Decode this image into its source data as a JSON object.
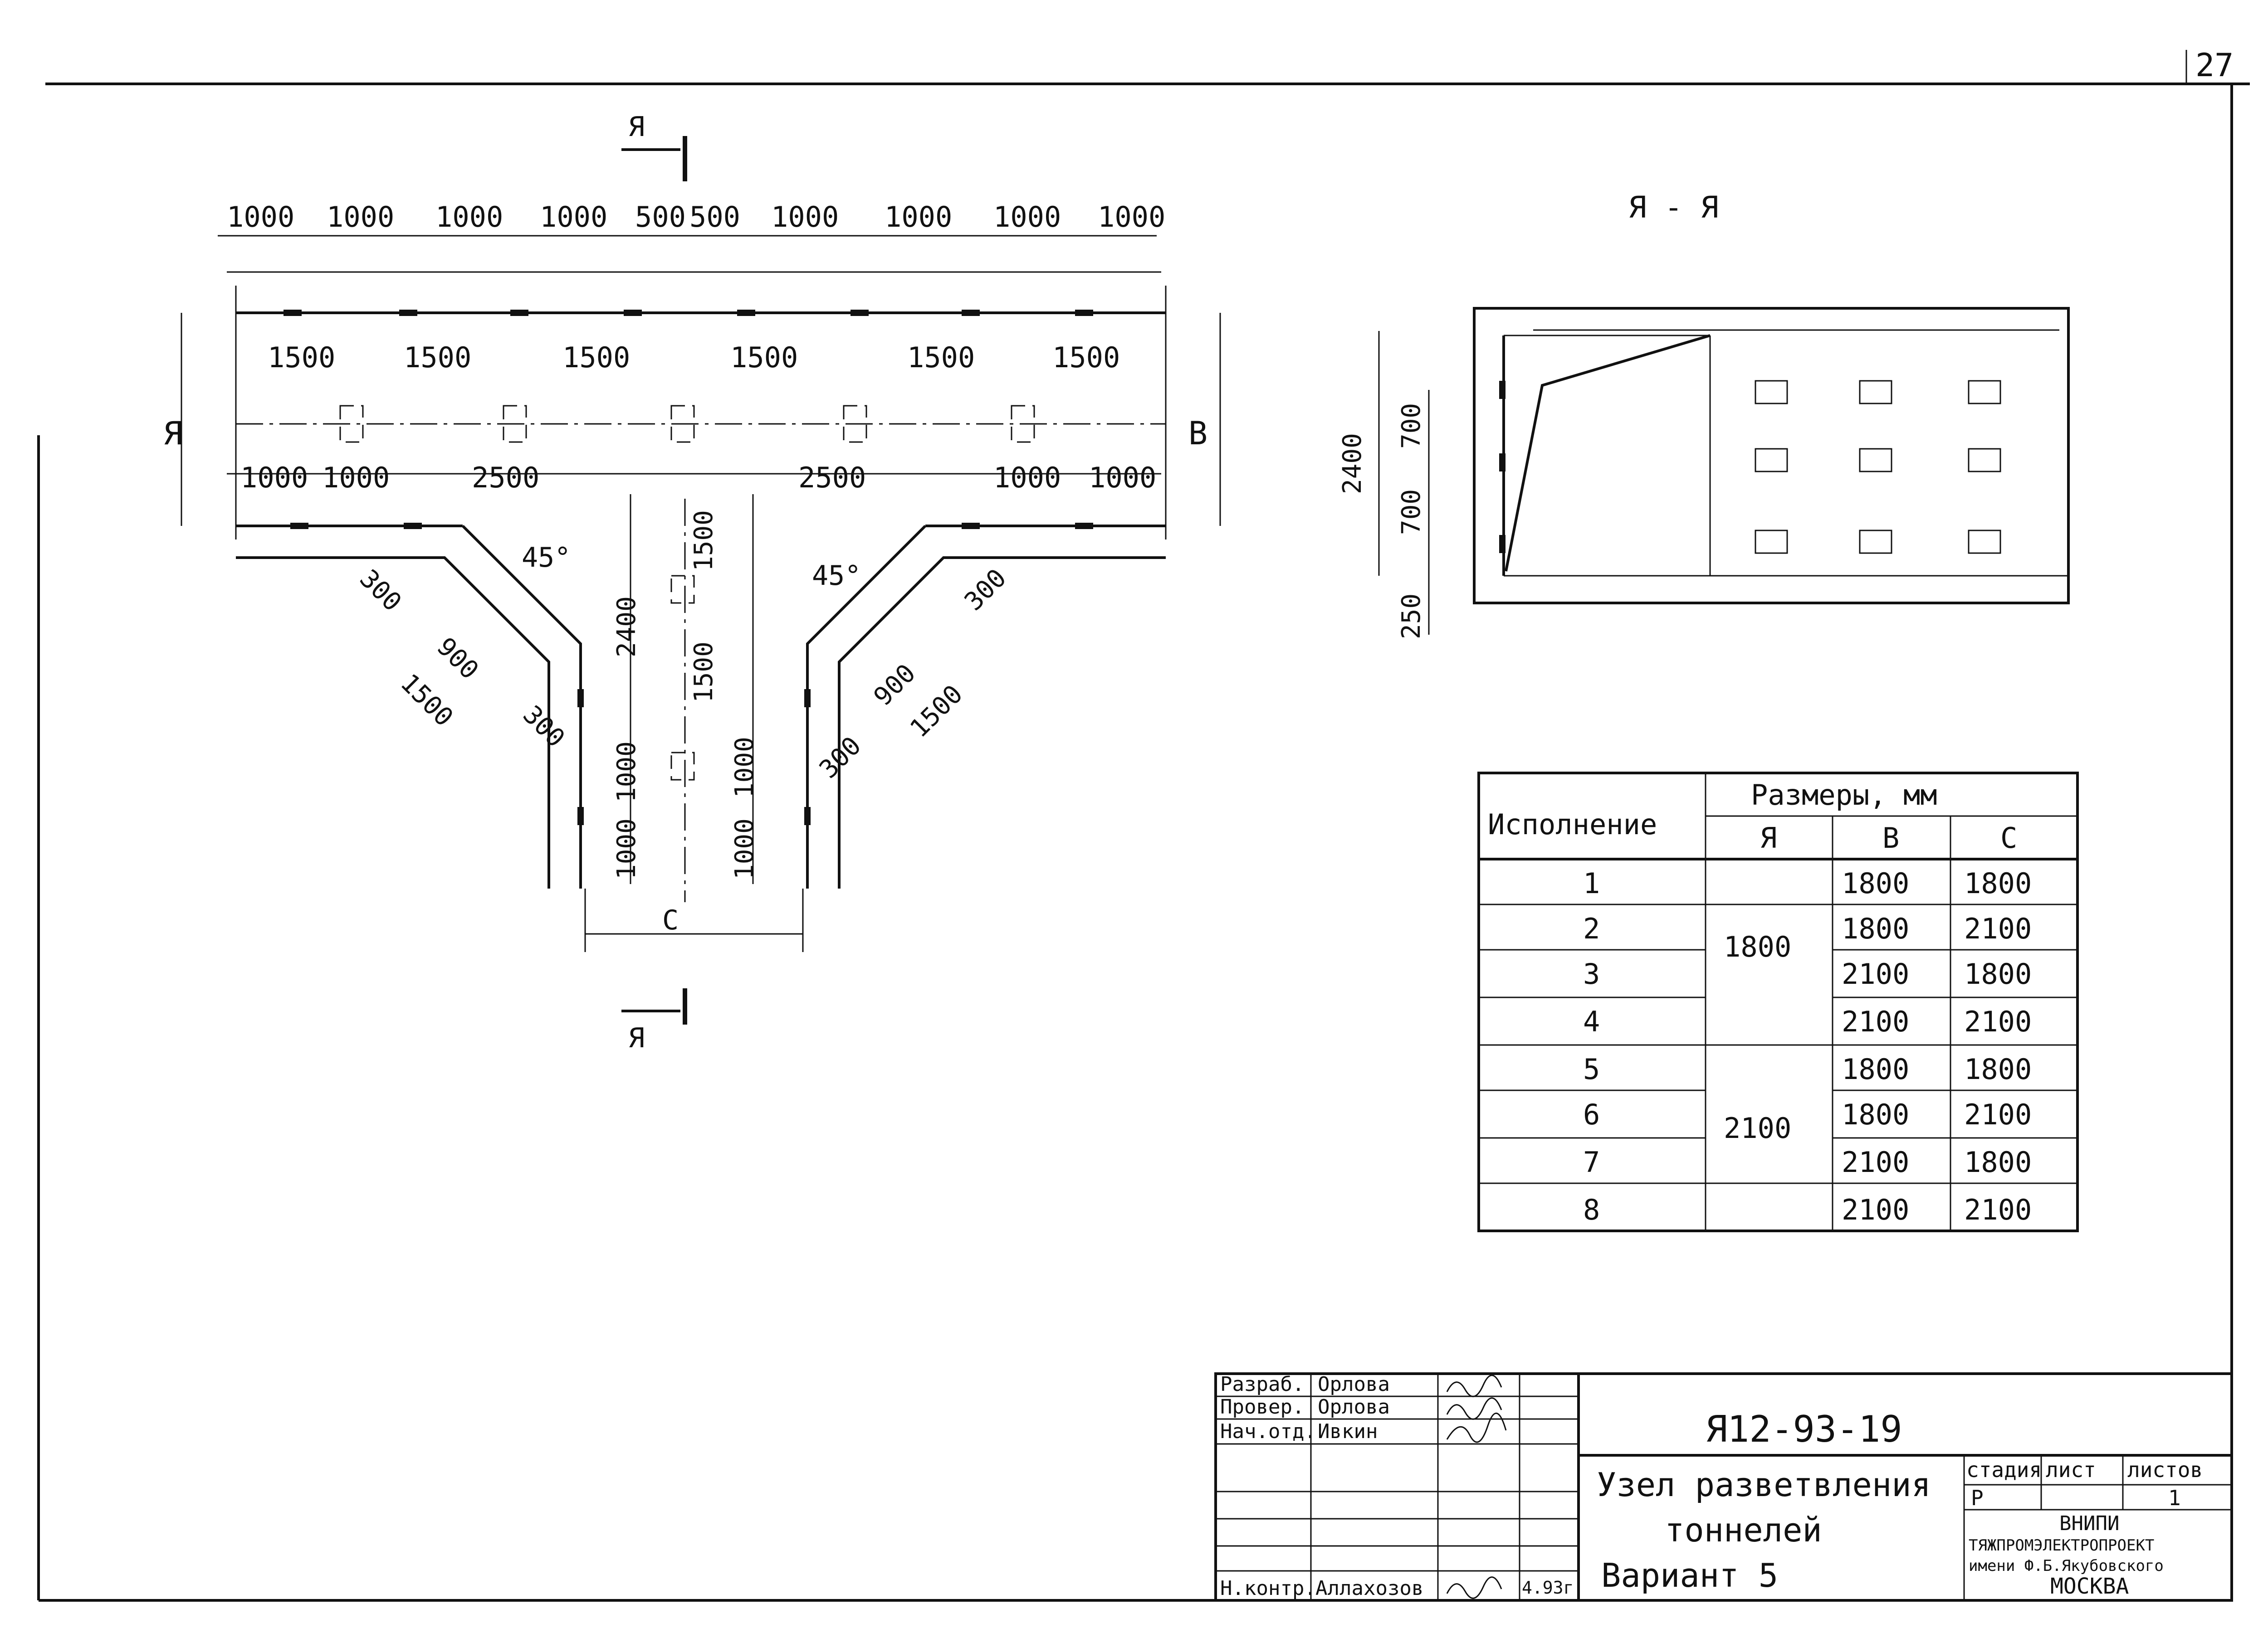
{
  "sheet_number": "27",
  "section_marks": {
    "top": "Я",
    "bottom": "Я",
    "view_title": "Я - Я"
  },
  "plan": {
    "top_dims": [
      "1000",
      "1000",
      "1000",
      "1000",
      "500",
      "500",
      "1000",
      "1000",
      "1000",
      "1000"
    ],
    "mid_dims": [
      "1500",
      "1500",
      "1500",
      "1500",
      "1500",
      "1500"
    ],
    "low_dims": [
      "1000",
      "1000",
      "2500",
      "2500",
      "1000",
      "1000"
    ],
    "side_left": "Я",
    "side_right": "В",
    "angle_left": "45°",
    "angle_right": "45°",
    "diag_left": [
      "300",
      "900",
      "1500",
      "300"
    ],
    "diag_right": [
      "300",
      "900",
      "1500",
      "300"
    ],
    "vert_left": [
      "2400",
      "1000",
      "1000"
    ],
    "vert_center": [
      "1500",
      "1500",
      "1000",
      "1000"
    ],
    "bottom_width": "C"
  },
  "section": {
    "dims": [
      "2400",
      "700",
      "700",
      "250"
    ]
  },
  "table": {
    "col_header_1": "Исполнение",
    "col_header_group": "Размеры, мм",
    "sub_headers": [
      "Я",
      "В",
      "С"
    ],
    "rows": [
      {
        "n": "1",
        "b": "1800",
        "c": "1800"
      },
      {
        "n": "2",
        "b": "1800",
        "c": "2100"
      },
      {
        "n": "3",
        "b": "2100",
        "c": "1800"
      },
      {
        "n": "4",
        "b": "2100",
        "c": "2100"
      },
      {
        "n": "5",
        "b": "1800",
        "c": "1800"
      },
      {
        "n": "6",
        "b": "1800",
        "c": "2100"
      },
      {
        "n": "7",
        "b": "2100",
        "c": "1800"
      },
      {
        "n": "8",
        "b": "2100",
        "c": "2100"
      }
    ],
    "a_group_1": "1800",
    "a_group_2": "2100"
  },
  "title_block": {
    "roles": [
      "Разраб.",
      "Провер.",
      "Нач.отд.",
      "Н.контр."
    ],
    "names": [
      "Орлова",
      "Орлова",
      "Ивкин",
      "Аллахозов"
    ],
    "date": "4.93г",
    "code": "Я12-93-19",
    "title_lines": [
      "Узел разветвления",
      "тоннелей",
      "Вариант 5"
    ],
    "stage_header": [
      "стадия",
      "лист",
      "листов"
    ],
    "stage_values": [
      "Р",
      "",
      "1"
    ],
    "org_lines": [
      "ВНИПИ",
      "ТЯЖПРОМЭЛЕКТРОПРОЕКТ",
      "имени Ф.Б.Якубовского",
      "МОСКВА"
    ]
  }
}
